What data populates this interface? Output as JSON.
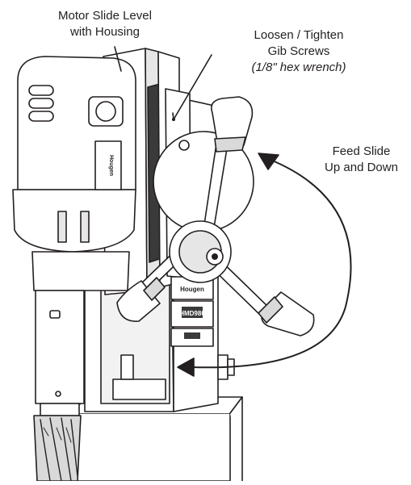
{
  "labels": {
    "motor_slide": {
      "line1": "Motor Slide Level",
      "line2": "with Housing"
    },
    "gib_screws": {
      "line1": "Loosen / Tighten",
      "line2": "Gib Screws",
      "line3": "(1/8\" hex wrench)"
    },
    "feed_slide": {
      "line1": "Feed Slide",
      "line2": "Up and Down"
    }
  },
  "plates": {
    "brand": "Hougen",
    "model": "HMD980",
    "motor_brand": "Hougen"
  },
  "colors": {
    "line": "#231f20",
    "body": "#ffffff",
    "shade": "#d9d9d9",
    "dark": "#3a3a3a"
  }
}
